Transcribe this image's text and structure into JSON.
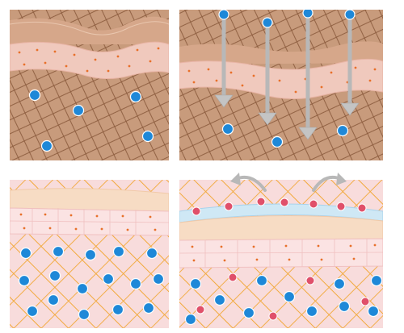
{
  "panels": [
    {
      "id": "top-left",
      "state": "aged-skin",
      "epidermis": "tan",
      "dermis": "brown",
      "particles": []
    },
    {
      "id": "top-right",
      "state": "penetration",
      "epidermis": "tan",
      "dermis": "brown",
      "arrows": "down"
    },
    {
      "id": "bottom-left",
      "state": "restored-skin",
      "epidermis": "peach",
      "dermis": "pink"
    },
    {
      "id": "bottom-right",
      "state": "protective-barrier",
      "epidermis": "peach",
      "dermis": "pink",
      "arrows": "outward"
    }
  ],
  "colors": {
    "blue_particle": "#1e88d8",
    "red_particle": "#e0506a",
    "aged_dermis": "#c89b7c",
    "aged_mesh": "#8a5a3c",
    "aged_epidermis": "#d6a78a",
    "young_dermis": "#f8dcdc",
    "young_mesh": "#f2a93b",
    "young_epidermis": "#f7dcc4",
    "barrier": "#cfe8f5",
    "arrow": "#b8b8b8",
    "cell_dot": "#e8702a"
  }
}
